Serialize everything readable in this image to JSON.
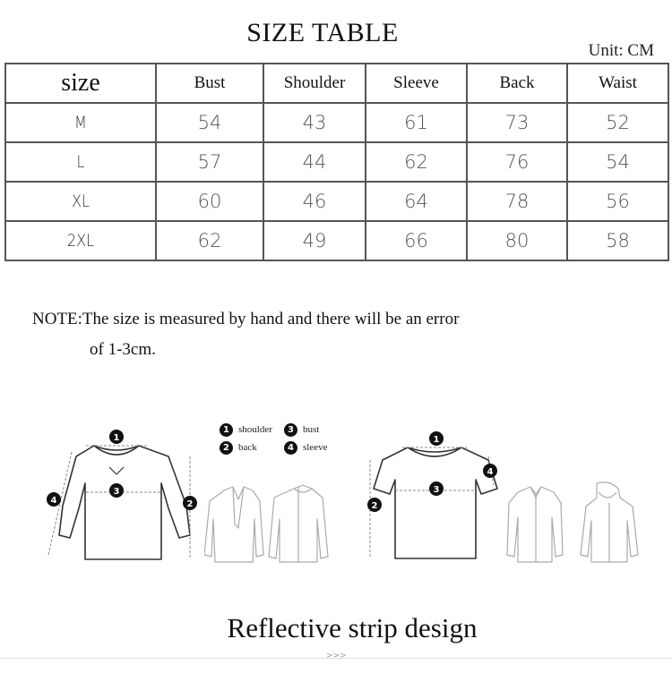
{
  "title": "SIZE TABLE",
  "unit": "Unit: CM",
  "table": {
    "headers": [
      "size",
      "Bust",
      "Shoulder",
      "Sleeve",
      "Back",
      "Waist"
    ],
    "rows": [
      [
        "M",
        "54",
        "43",
        "61",
        "73",
        "52"
      ],
      [
        "L",
        "57",
        "44",
        "62",
        "76",
        "54"
      ],
      [
        "XL",
        "60",
        "46",
        "64",
        "78",
        "56"
      ],
      [
        "2XL",
        "62",
        "49",
        "66",
        "80",
        "58"
      ]
    ]
  },
  "note": {
    "line1": "NOTE:The size is measured by hand and there will be an error",
    "line2": "of 1-3cm."
  },
  "legend": {
    "n1": "1",
    "l1": "shoulder",
    "n2": "2",
    "l2": "back",
    "n3": "3",
    "l3": "bust",
    "n4": "4",
    "l4": "sleeve"
  },
  "markers": {
    "m1": "1",
    "m2": "2",
    "m3": "3",
    "m4": "4"
  },
  "footer": "Reflective strip design",
  "arrows": ">>>"
}
